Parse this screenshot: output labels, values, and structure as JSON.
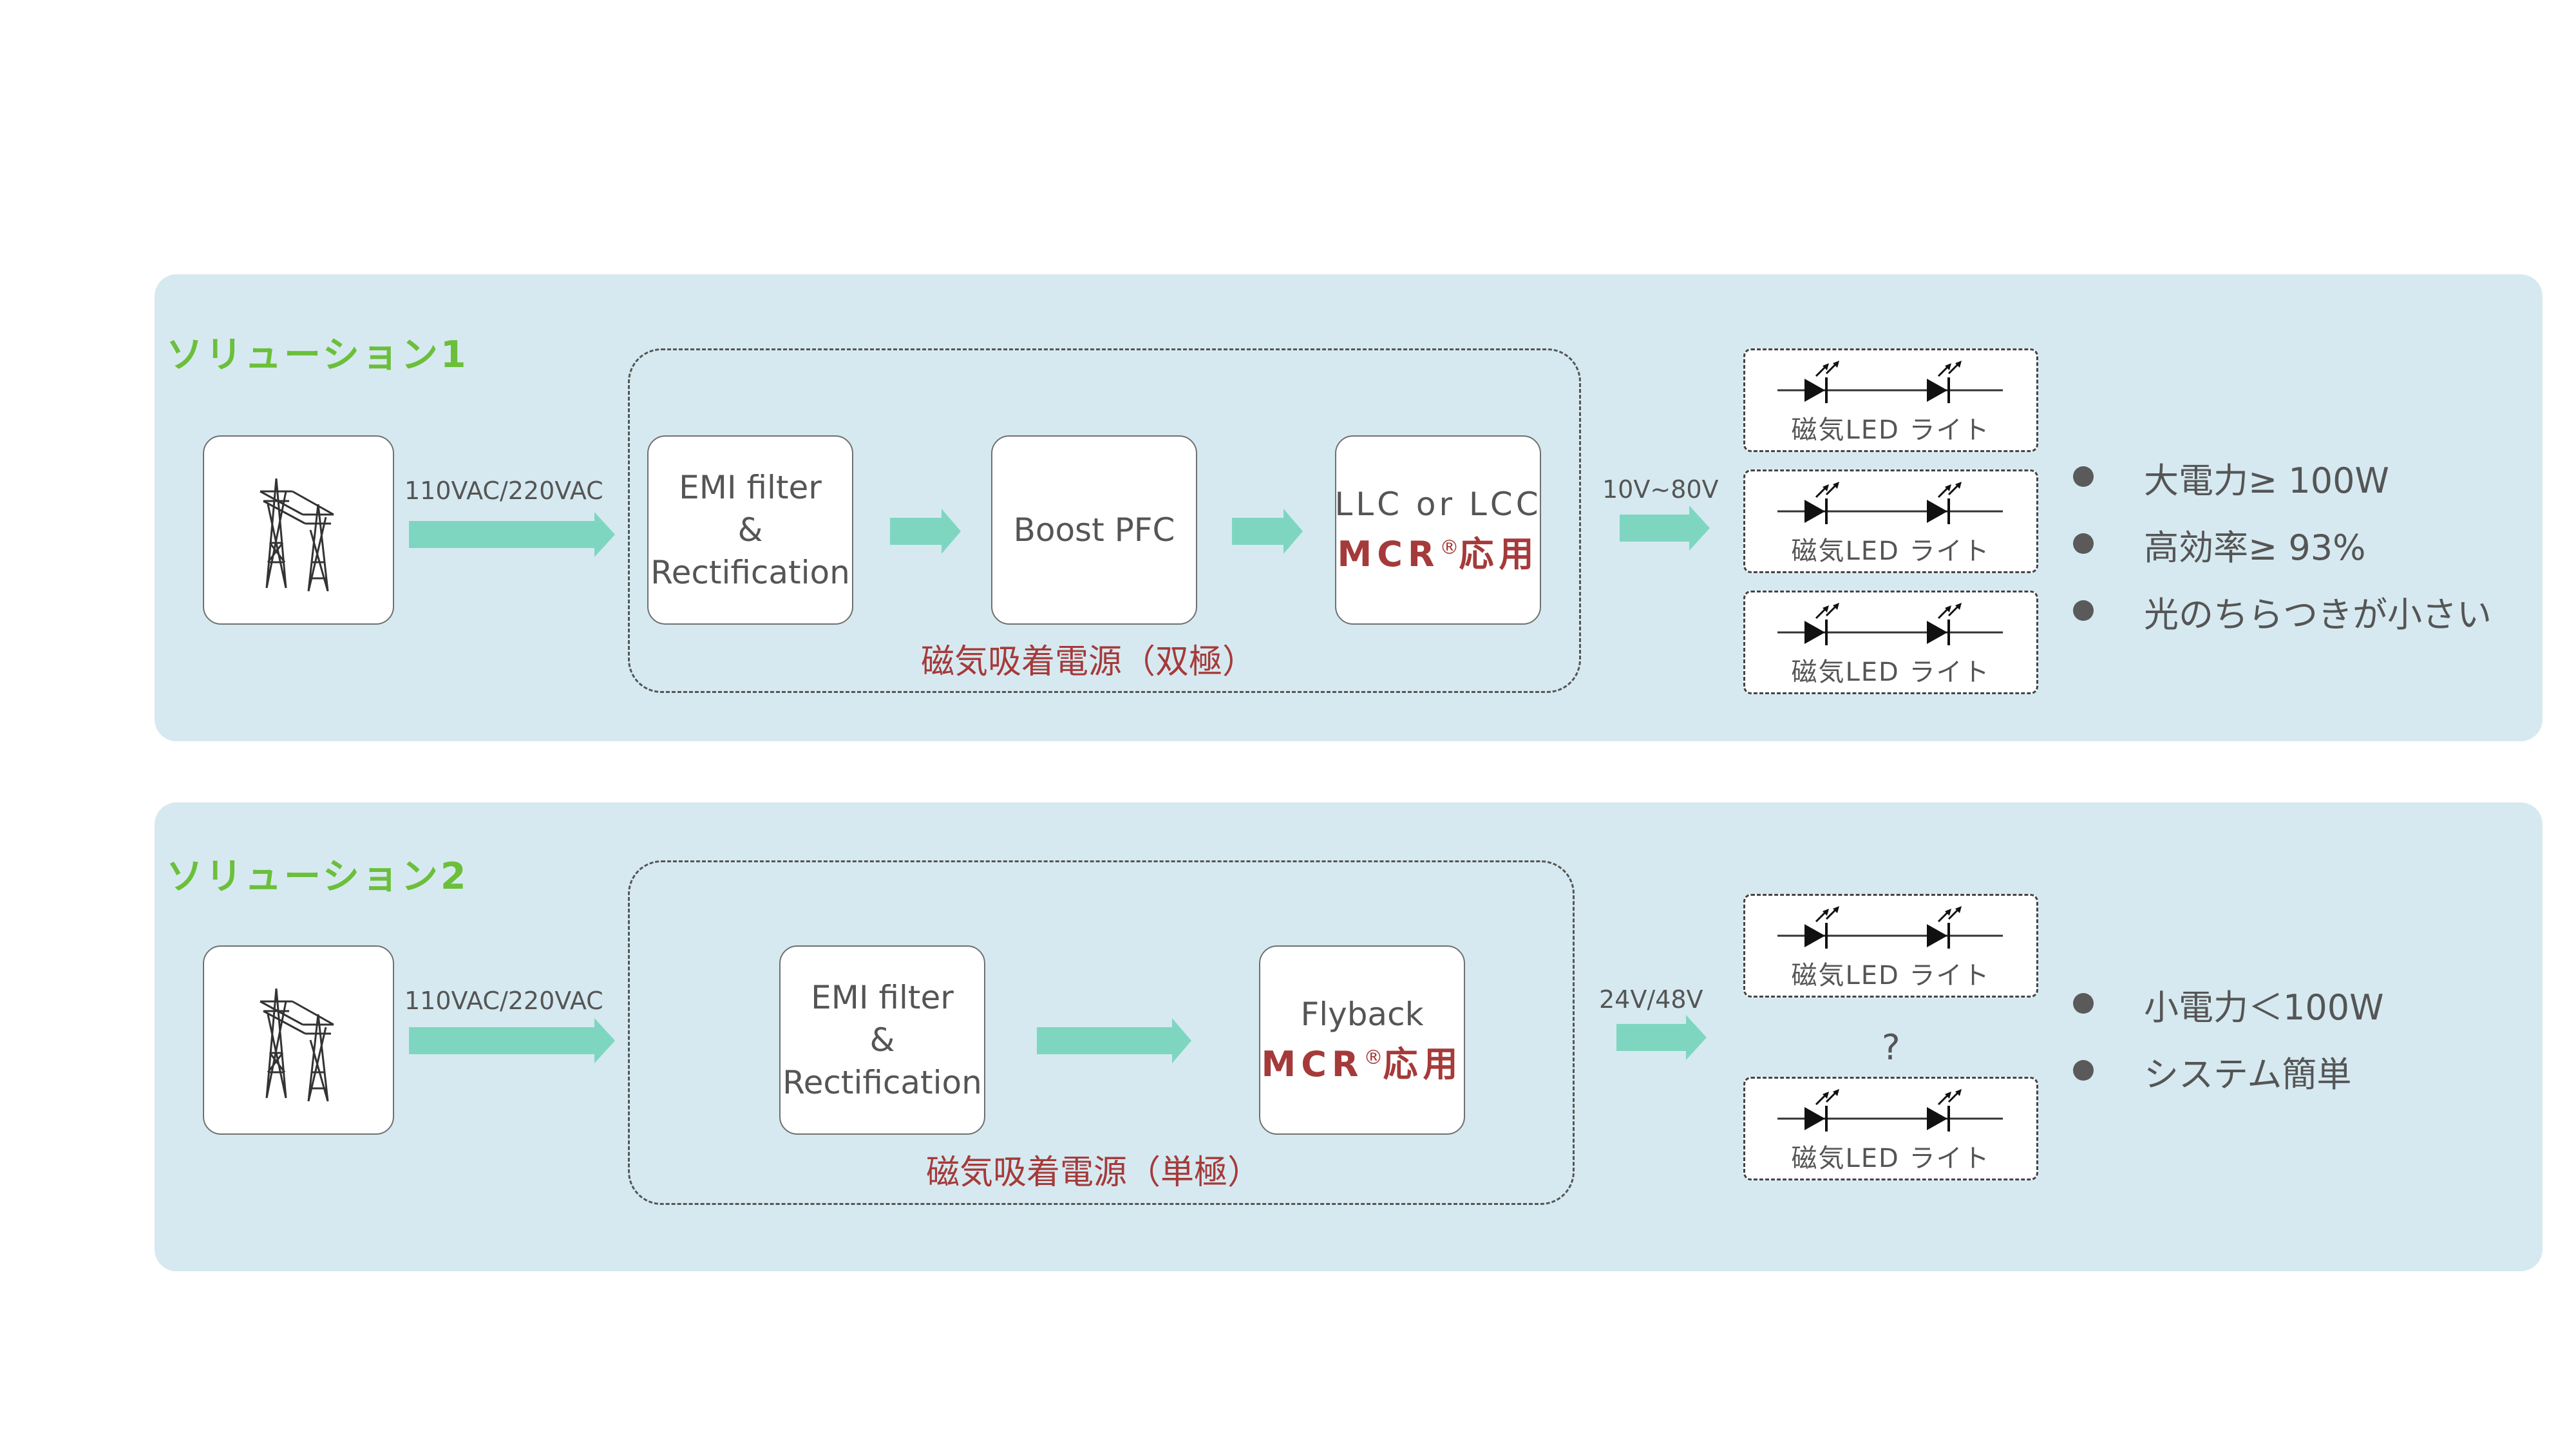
{
  "solutions": [
    {
      "title": "ソリューション1",
      "input_voltage": "110VAC/220VAC",
      "stages": [
        {
          "lines": [
            "EMI filter",
            "&",
            "Rectification"
          ]
        },
        {
          "lines": [
            "Boost PFC"
          ]
        },
        {
          "lines": [
            "LLC  or  LCC"
          ],
          "mcr": "MCR",
          "mcr_sup": "®",
          "mcr_suffix": "応用"
        }
      ],
      "group_label": "磁気吸着電源（双極）",
      "output_voltage": "10V~80V",
      "led_label": "磁気LED ライト",
      "features": [
        "大電力≥ 100W",
        "高効率≥ 93%",
        "光のちらつきが小さい"
      ]
    },
    {
      "title": "ソリューション2",
      "input_voltage": "110VAC/220VAC",
      "stages": [
        {
          "lines": [
            "EMI filter",
            "&",
            "Rectification"
          ]
        },
        {
          "lines": [
            "Flyback"
          ],
          "mcr": "MCR",
          "mcr_sup": "®",
          "mcr_suffix": "応用"
        }
      ],
      "group_label": "磁気吸着電源（単極）",
      "output_voltage": "24V/48V",
      "led_label": "磁気LED ライト",
      "ellipsis": "?",
      "features": [
        "小電力＜100W",
        "システム簡単"
      ]
    }
  ],
  "colors": {
    "panel_bg": "#d6e9f0",
    "title_green": "#6bbf3a",
    "arrow_teal": "#7fd6c0",
    "accent_red": "#a53a3a"
  },
  "icons": {
    "source": "power-tower-icon",
    "led": "led-diode-icon"
  }
}
